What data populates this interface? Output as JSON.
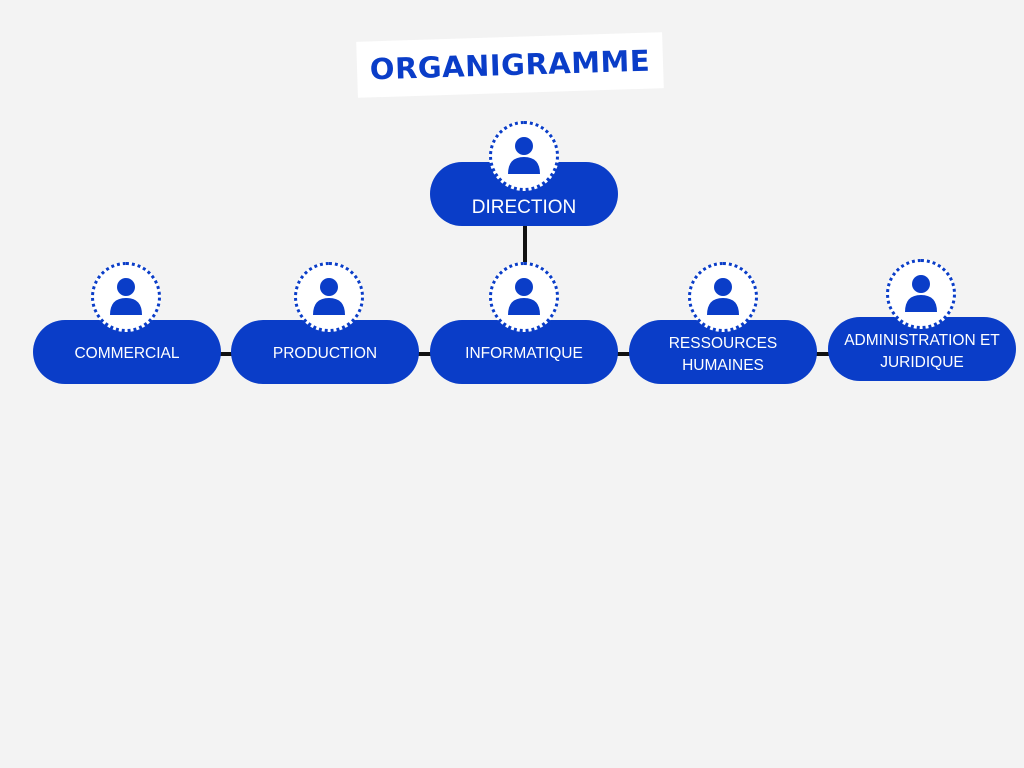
{
  "title": "ORGANIGRAMME",
  "colors": {
    "node": "#0a3dc8",
    "background": "#f3f3f3",
    "connector": "#111111"
  },
  "nodes": [
    {
      "id": "direction",
      "label": "DIRECTION",
      "icon": "person-icon"
    },
    {
      "id": "commercial",
      "label": "COMMERCIAL",
      "icon": "person-icon"
    },
    {
      "id": "production",
      "label": "PRODUCTION",
      "icon": "person-icon"
    },
    {
      "id": "informatique",
      "label": "INFORMATIQUE",
      "icon": "person-icon"
    },
    {
      "id": "ressources-humaines",
      "label": "RESSOURCES HUMAINES",
      "icon": "person-icon"
    },
    {
      "id": "administration-juridique",
      "label": "ADMINISTRATION ET JURIDIQUE",
      "icon": "person-icon"
    }
  ],
  "edges": [
    {
      "from": "direction",
      "to": "informatique"
    },
    {
      "from": "commercial",
      "to": "production"
    },
    {
      "from": "production",
      "to": "informatique"
    },
    {
      "from": "informatique",
      "to": "ressources-humaines"
    },
    {
      "from": "ressources-humaines",
      "to": "administration-juridique"
    }
  ]
}
